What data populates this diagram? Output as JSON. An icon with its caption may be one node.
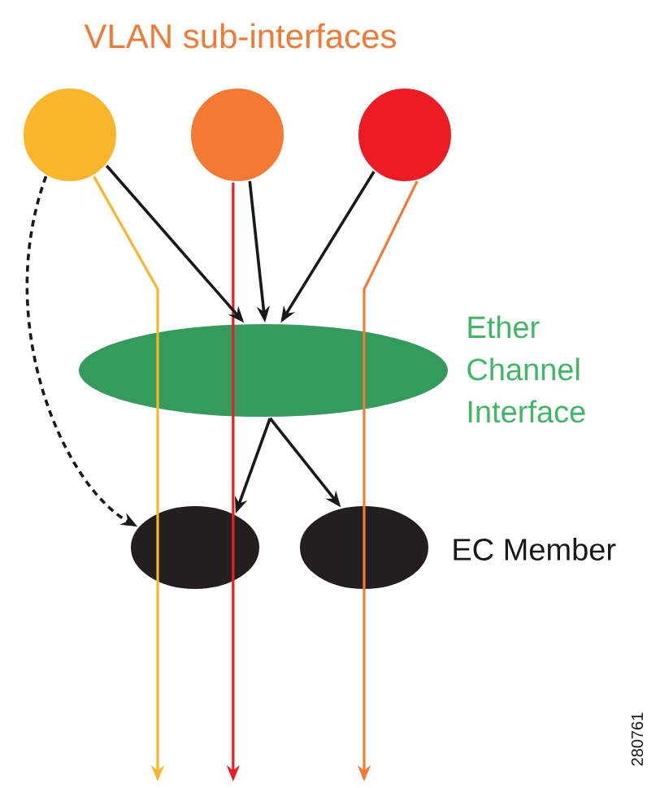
{
  "diagram": {
    "title": "VLAN sub-interfaces",
    "nodes": [
      {
        "text": [],
        "shape": "circle"
      },
      {
        "text": [],
        "shape": "circle"
      },
      {
        "text": [],
        "shape": "circle"
      },
      {
        "text": [],
        "shape": "ellipse",
        "beside": [
          "Ether Channel Interface"
        ]
      },
      {
        "text": [],
        "shape": "ellipse"
      },
      {
        "text": [],
        "shape": "ellipse",
        "beside": [
          "EC Member"
        ]
      }
    ],
    "edges": [
      {
        "from": 0,
        "to": null,
        "arrow": "to",
        "color": "#fbb52a"
      },
      {
        "from": 1,
        "to": null,
        "arrow": "to",
        "color": "#ed1c24"
      },
      {
        "from": 2,
        "to": null,
        "arrow": "to",
        "color": "#f47932"
      },
      {
        "from": 0,
        "to": 3,
        "arrow": "to"
      },
      {
        "from": 1,
        "to": 3,
        "arrow": "to"
      },
      {
        "from": 2,
        "to": 3,
        "arrow": "to"
      },
      {
        "from": 3,
        "to": 4,
        "arrow": "to"
      },
      {
        "from": 3,
        "to": 5,
        "arrow": "to"
      },
      {
        "from": 0,
        "to": 4,
        "arrow": "to",
        "style": "dashed"
      }
    ],
    "labels": [
      "280761"
    ]
  }
}
